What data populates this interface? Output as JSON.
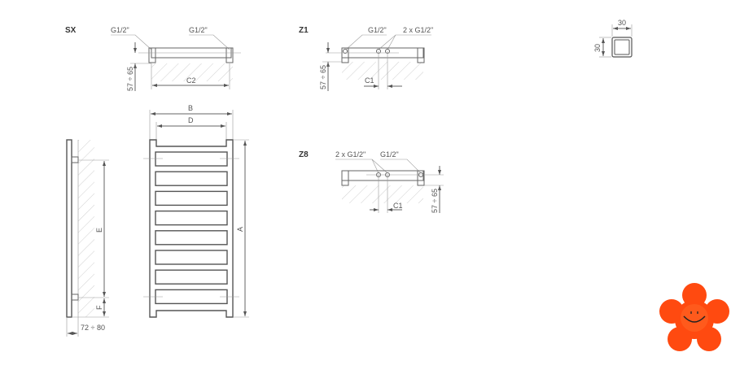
{
  "views": {
    "sx": {
      "title": "SX",
      "conn_left": "G1/2\"",
      "conn_right": "G1/2\"",
      "dim_width": "C2",
      "dim_wall": "57 ÷ 65"
    },
    "z1": {
      "title": "Z1",
      "conn_single": "G1/2\"",
      "conn_double": "2 x G1/2\"",
      "dim_spacing": "C1",
      "dim_wall": "57 ÷ 65"
    },
    "z8": {
      "title": "Z8",
      "conn_double": "2 x G1/2\"",
      "conn_single": "G1/2\"",
      "dim_spacing": "C1",
      "dim_wall": "57 ÷ 65"
    },
    "profile": {
      "width": "30",
      "height": "30"
    },
    "side": {
      "dim_e": "E",
      "dim_f": "F",
      "dim_depth": "72 ÷ 80"
    },
    "front": {
      "dim_b": "B",
      "dim_d": "D",
      "dim_a": "A",
      "rung_count": 8
    }
  },
  "colors": {
    "line": "#555555",
    "logo": "#ff4a10"
  }
}
